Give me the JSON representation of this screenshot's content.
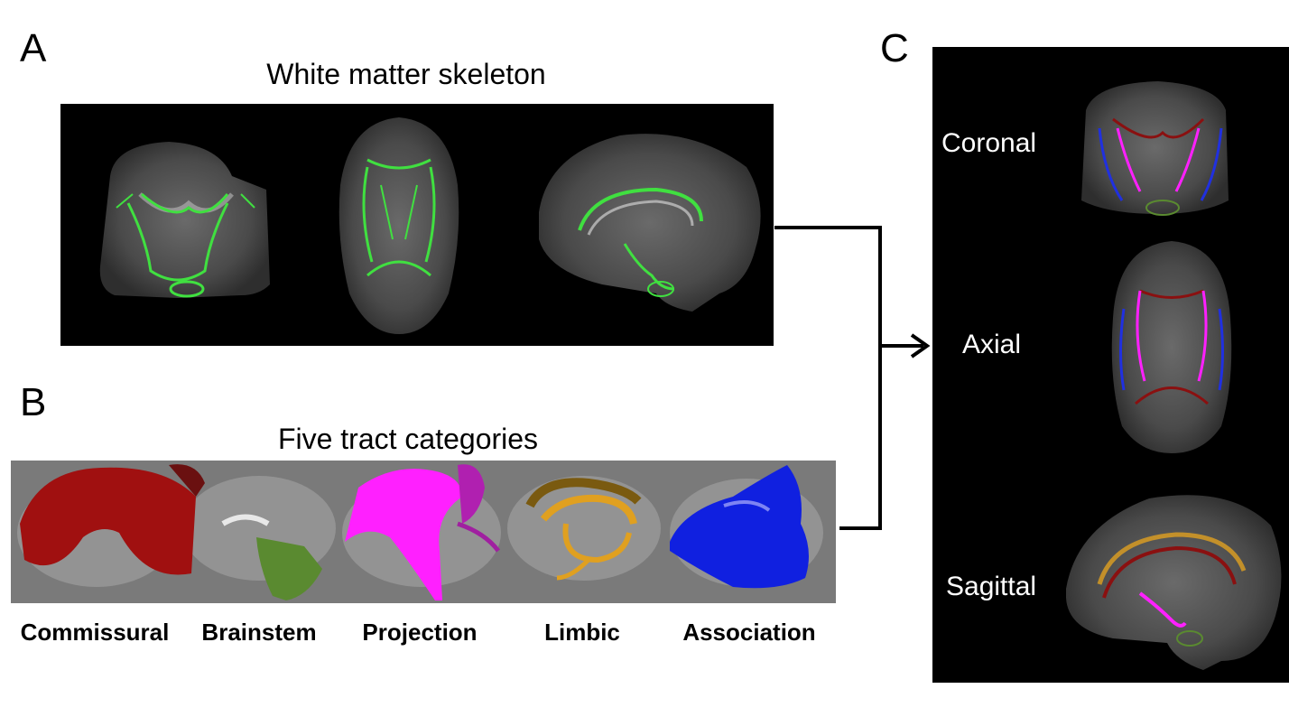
{
  "panels": {
    "a": {
      "letter": "A",
      "title": "White matter skeleton"
    },
    "b": {
      "letter": "B",
      "title": "Five tract categories",
      "categories": [
        {
          "label": "Commissural",
          "color": "#a01010"
        },
        {
          "label": "Brainstem",
          "color": "#5a8a30"
        },
        {
          "label": "Projection",
          "color": "#ff20ff"
        },
        {
          "label": "Limbic",
          "color": "#e0a020"
        },
        {
          "label": "Association",
          "color": "#1020e0"
        }
      ]
    },
    "c": {
      "letter": "C",
      "views": [
        {
          "label": "Coronal"
        },
        {
          "label": "Axial"
        },
        {
          "label": "Sagittal"
        }
      ]
    }
  },
  "colors": {
    "skeleton": "#40e040",
    "image_background": "#000000",
    "strip_background": "#7a7a7a"
  }
}
